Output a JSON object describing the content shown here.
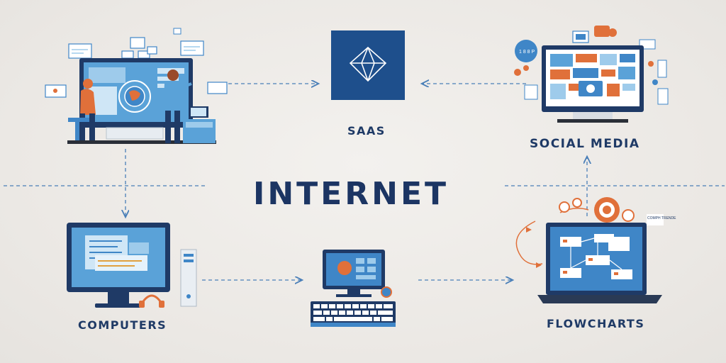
{
  "title": "INTERNET",
  "nodes": {
    "saas": "SAAS",
    "social_media": "SOCIAL MEDIA",
    "computers": "COMPUTERS",
    "flowcharts": "FLOWCHARTS"
  },
  "small_texts": {
    "social_bubble": "1 8 8 P",
    "flow_note": "COMPH TRENDE"
  },
  "colors": {
    "navy": "#1f3a66",
    "blue": "#3f86c7",
    "light_blue": "#9ecbeb",
    "orange": "#e0703a",
    "dash": "#4a7fb8"
  }
}
